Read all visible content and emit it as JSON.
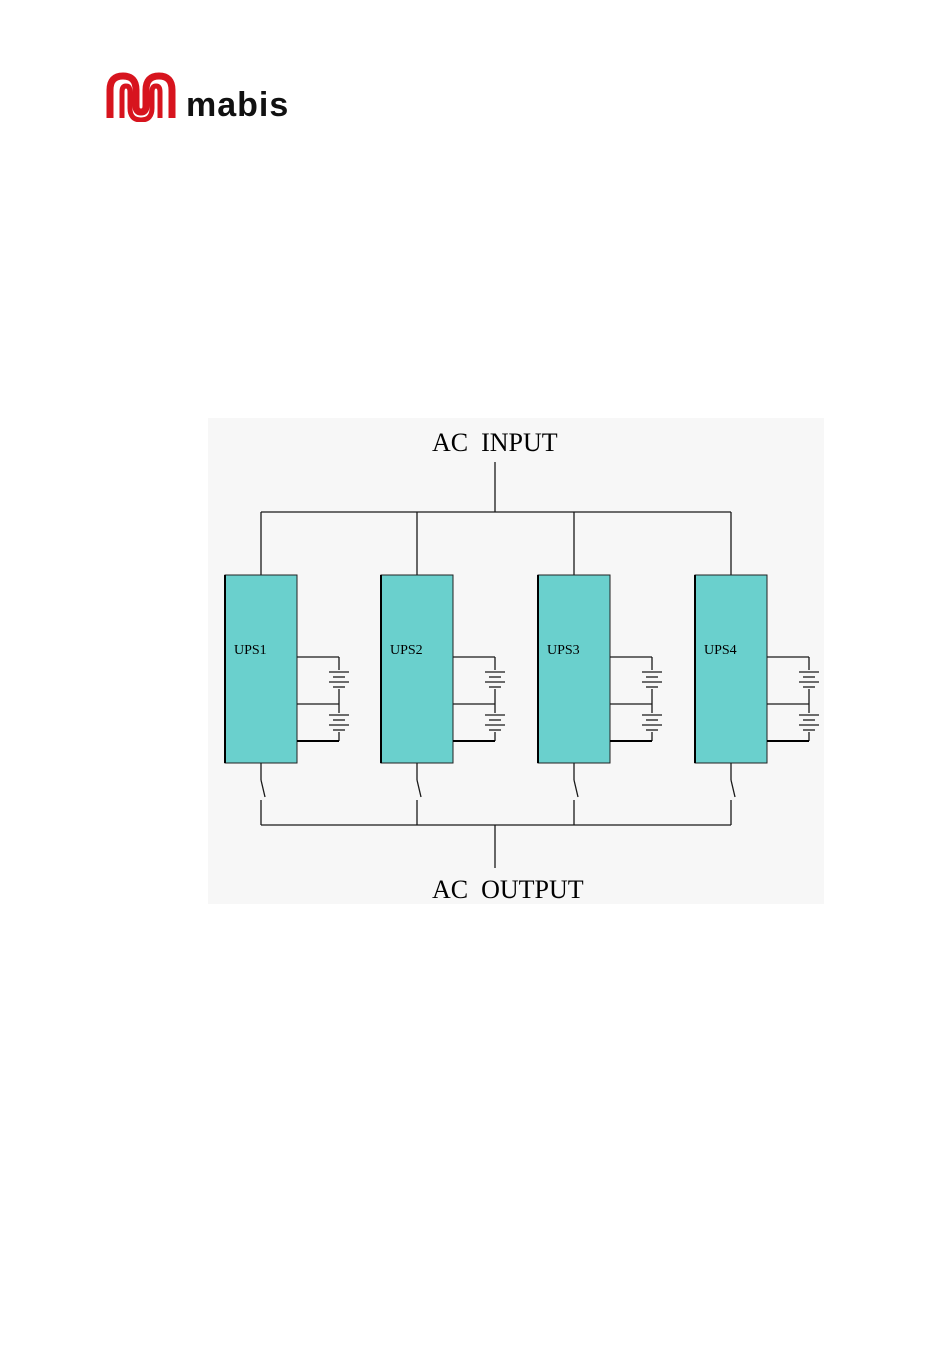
{
  "logo": {
    "text": "mabis",
    "color": "#d7141e",
    "text_color": "#111111"
  },
  "diagram": {
    "input_label": "AC  INPUT",
    "output_label": "AC  OUTPUT",
    "ups_fill": "#6ad0cd",
    "background": "#f7f7f7",
    "units": [
      {
        "label": "UPS1"
      },
      {
        "label": "UPS2"
      },
      {
        "label": "UPS3"
      },
      {
        "label": "UPS4"
      }
    ]
  }
}
